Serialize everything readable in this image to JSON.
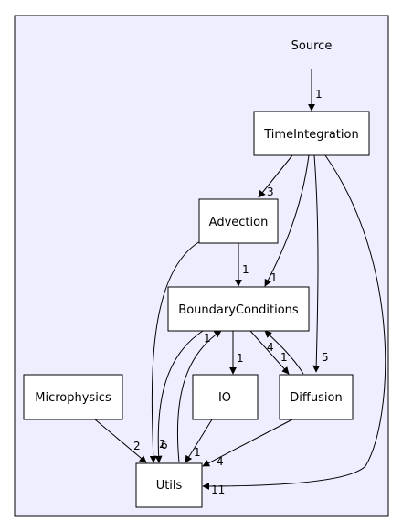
{
  "cluster": {
    "label": "Source"
  },
  "nodes": {
    "time_integration": "TimeIntegration",
    "advection": "Advection",
    "boundary_conditions": "BoundaryConditions",
    "microphysics": "Microphysics",
    "io": "IO",
    "diffusion": "Diffusion",
    "utils": "Utils"
  },
  "edges": {
    "source_to_time": "1",
    "time_to_advection": "3",
    "time_to_bc": "1",
    "time_to_diffusion": "5",
    "time_to_utils": "11",
    "advection_to_bc": "1",
    "advection_to_utils": "2",
    "bc_to_io": "1",
    "bc_to_diffusion": "4",
    "bc_to_utils": "6",
    "diffusion_to_bc": "1",
    "diffusion_to_utils": "4",
    "microphysics_to_utils": "2",
    "io_to_utils": "1",
    "utils_to_bc": "1"
  },
  "colors": {
    "cluster_fill": "#eeeeff",
    "node_fill": "#ffffff",
    "stroke": "#000000"
  }
}
